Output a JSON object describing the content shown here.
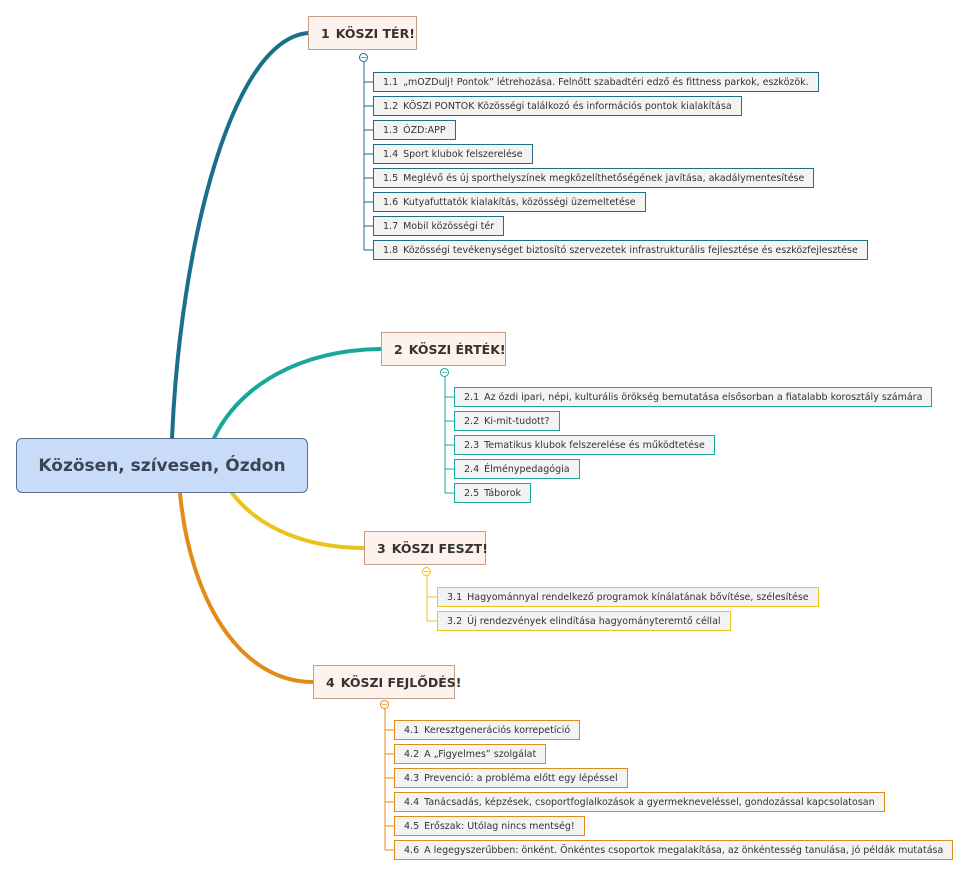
{
  "central": {
    "label": "Közösen, szívesen, Ózdon"
  },
  "collapse_symbol": "−",
  "branches": [
    {
      "num": "1",
      "label": "KÖSZI TÉR!",
      "color": "#1c6f8a",
      "items": [
        {
          "num": "1.1",
          "label": "„mOZDulj! Pontok” létrehozása. Felnőtt szabadtéri edző és fittness parkok, eszközök."
        },
        {
          "num": "1.2",
          "label": "KÖSZI PONTOK Közösségi találkozó és információs pontok  kialakítása"
        },
        {
          "num": "1.3",
          "label": "ÓZD:APP"
        },
        {
          "num": "1.4",
          "label": "Sport klubok felszerelése"
        },
        {
          "num": "1.5",
          "label": "Meglévő és új sporthelyszínek megközelíthetőségének javítása, akadálymentesítése"
        },
        {
          "num": "1.6",
          "label": "Kutyafuttatók kialakítás, közösségi üzemeltetése"
        },
        {
          "num": "1.7",
          "label": "Mobil közösségi tér"
        },
        {
          "num": "1.8",
          "label": "Közösségi tevékenységet biztosító szervezetek infrastrukturális fejlesztése és eszközfejlesztése"
        }
      ]
    },
    {
      "num": "2",
      "label": "KÖSZI ÉRTÉK!",
      "color": "#1aa79b",
      "items": [
        {
          "num": "2.1",
          "label": "Az ózdi ipari, népi, kulturális örökség bemutatása elsősorban a fiatalabb korosztály számára"
        },
        {
          "num": "2.2",
          "label": "Ki-mit-tudott?"
        },
        {
          "num": "2.3",
          "label": "Tematikus klubok felszerelése és működtetése"
        },
        {
          "num": "2.4",
          "label": "Élménypedagógia"
        },
        {
          "num": "2.5",
          "label": "Táborok"
        }
      ]
    },
    {
      "num": "3",
      "label": "KÖSZI FESZT!",
      "color": "#ebc31c",
      "items": [
        {
          "num": "3.1",
          "label": "Hagyománnyal rendelkező programok kínálatának bővítése, szélesítése"
        },
        {
          "num": "3.2",
          "label": "Új rendezvények elindítása hagyományteremtő céllal"
        }
      ]
    },
    {
      "num": "4",
      "label": "KÖSZI FEJLŐDÉS!",
      "color": "#e38a17",
      "items": [
        {
          "num": "4.1",
          "label": "Keresztgenerációs korrepetíció"
        },
        {
          "num": "4.2",
          "label": "A „Figyelmes” szolgálat"
        },
        {
          "num": "4.3",
          "label": "Prevenció: a probléma előtt egy lépéssel"
        },
        {
          "num": "4.4",
          "label": "Tanácsadás, képzések, csoportfoglalkozások a gyermekneveléssel, gondozással kapcsolatosan"
        },
        {
          "num": "4.5",
          "label": "Erőszak: Utólag nincs mentség!"
        },
        {
          "num": "4.6",
          "label": "A legegyszerűbben: önként. Önkéntes csoportok megalakítása, az önkéntesség tanulása, jó példák mutatása"
        }
      ]
    }
  ]
}
